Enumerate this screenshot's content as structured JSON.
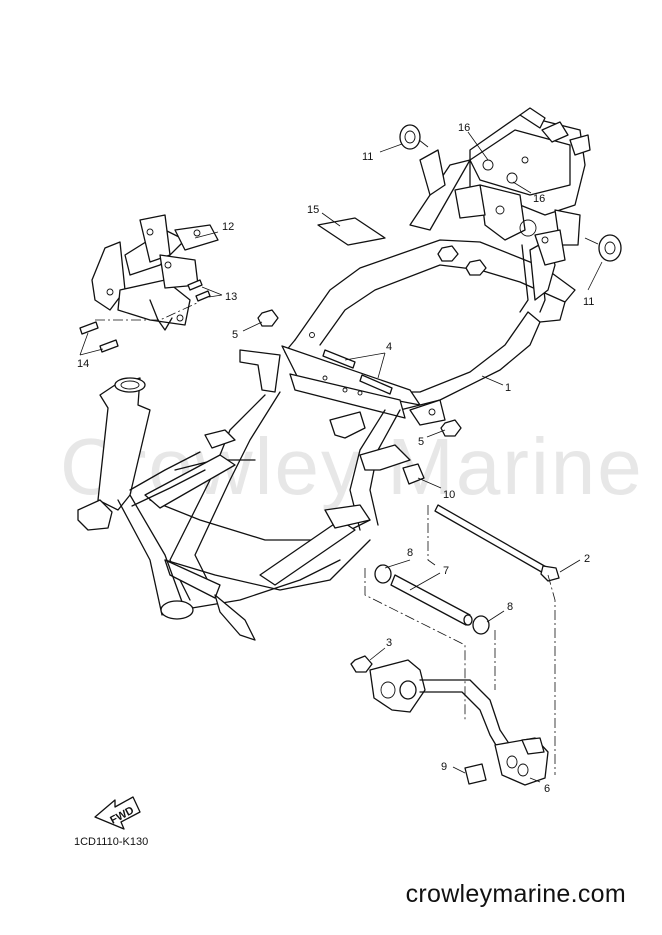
{
  "watermark": "Crowley Marine",
  "diagram_code": "1CD1110-K130",
  "website": "crowleymarine.com",
  "fwd_label": "FWD",
  "callouts": {
    "c1": "1",
    "c2": "2",
    "c3": "3",
    "c4": "4",
    "c5a": "5",
    "c5b": "5",
    "c6": "6",
    "c7": "7",
    "c8a": "8",
    "c8b": "8",
    "c9": "9",
    "c10": "10",
    "c11a": "11",
    "c11b": "11",
    "c12": "12",
    "c13": "13",
    "c14": "14",
    "c15": "15",
    "c16a": "16",
    "c16b": "16"
  }
}
